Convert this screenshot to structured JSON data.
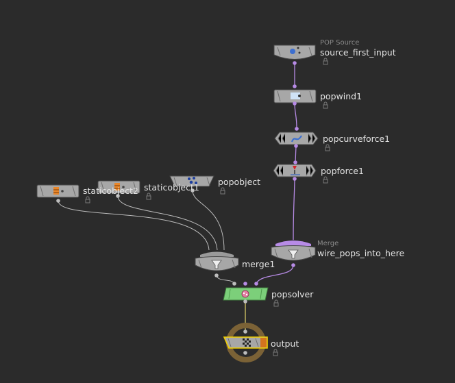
{
  "network": {
    "nodes": {
      "source_first_input": {
        "name": "source_first_input",
        "type_label": "POP Source"
      },
      "popwind1": {
        "name": "popwind1"
      },
      "popcurveforce1": {
        "name": "popcurveforce1"
      },
      "popforce1": {
        "name": "popforce1"
      },
      "wire_pops_into_here": {
        "name": "wire_pops_into_here",
        "type_label": "Merge"
      },
      "popobject": {
        "name": "popobject"
      },
      "staticobject1": {
        "name": "staticobject1"
      },
      "staticobject2": {
        "name": "staticobject2"
      },
      "merge1": {
        "name": "merge1"
      },
      "popsolver": {
        "name": "popsolver"
      },
      "output": {
        "name": "output"
      }
    },
    "colors": {
      "background": "#2b2b2b",
      "node": "#a7a7a7",
      "pop_wire": "#b78be6",
      "object_wire": "#bcbcbc",
      "solver_node": "#7ccf7a",
      "output_ring": "#7b6236",
      "output_display_flag": "#d4741e",
      "selected_outline": "#f2d000"
    },
    "icons": {
      "source_first_input": "pop-source-icon",
      "popwind1": "wind-icon",
      "popcurveforce1": "curve-force-icon",
      "popforce1": "force-icon",
      "wire_pops_into_here": "merge-funnel-icon",
      "merge1": "merge-funnel-icon",
      "popobject": "pop-object-icon",
      "staticobject1": "static-object-icon",
      "staticobject2": "static-object-icon",
      "popsolver": "pop-solver-icon",
      "output": "output-checker-icon"
    }
  }
}
